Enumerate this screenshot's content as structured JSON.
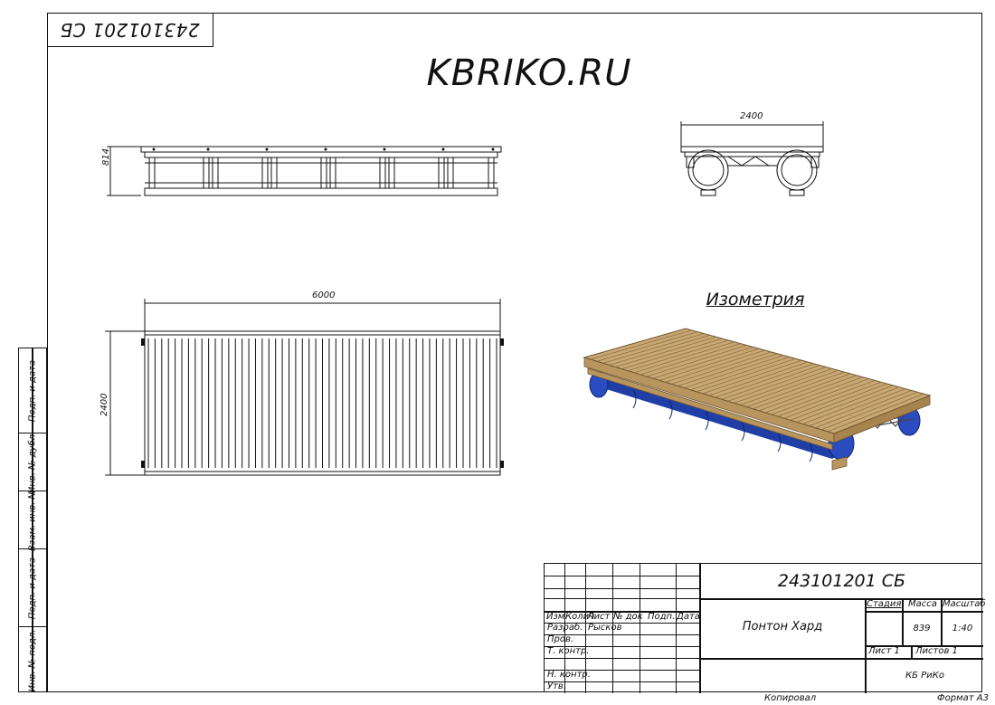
{
  "drawing": {
    "corner_code": "243101201 СБ",
    "title": "KBRIKO.RU",
    "isometry_label": "Изометрия",
    "dims": {
      "top_width": "2400",
      "side_height": "814",
      "plan_length": "6000",
      "plan_width": "2400"
    }
  },
  "side_strip": {
    "cells": [
      "Подп. и дата",
      "Инв. № дубл.",
      "Взам. инв. №",
      "Подп. и дата",
      "Инв. № подл."
    ]
  },
  "title_block": {
    "doc_code": "243101201 СБ",
    "product_name": "Понтон Хард",
    "headers": [
      "Изм",
      "Колич",
      "Лист",
      "№ док",
      "Подп.",
      "Дата"
    ],
    "rows": [
      {
        "role": "Разраб.",
        "name": "Рысков"
      },
      {
        "role": "Пров.",
        "name": ""
      },
      {
        "role": "Т. контр.",
        "name": ""
      },
      {
        "role": "Н. контр.",
        "name": ""
      },
      {
        "role": "Утв.",
        "name": ""
      }
    ],
    "stage_label": "Стадия",
    "mass_label": "Масса",
    "scale_label": "Масштаб",
    "mass_value": "839",
    "scale_value": "1:40",
    "sheet_label": "Лист 1",
    "sheets_label": "Листов 1",
    "org": "КБ РиКо"
  },
  "footer": {
    "copied": "Копировал",
    "format": "Формат А3"
  },
  "colors": {
    "wood": "#c9a874",
    "wood_dark": "#8e6f43",
    "float": "#1f3fa6",
    "float_dark": "#0f2470",
    "line": "#111111"
  }
}
